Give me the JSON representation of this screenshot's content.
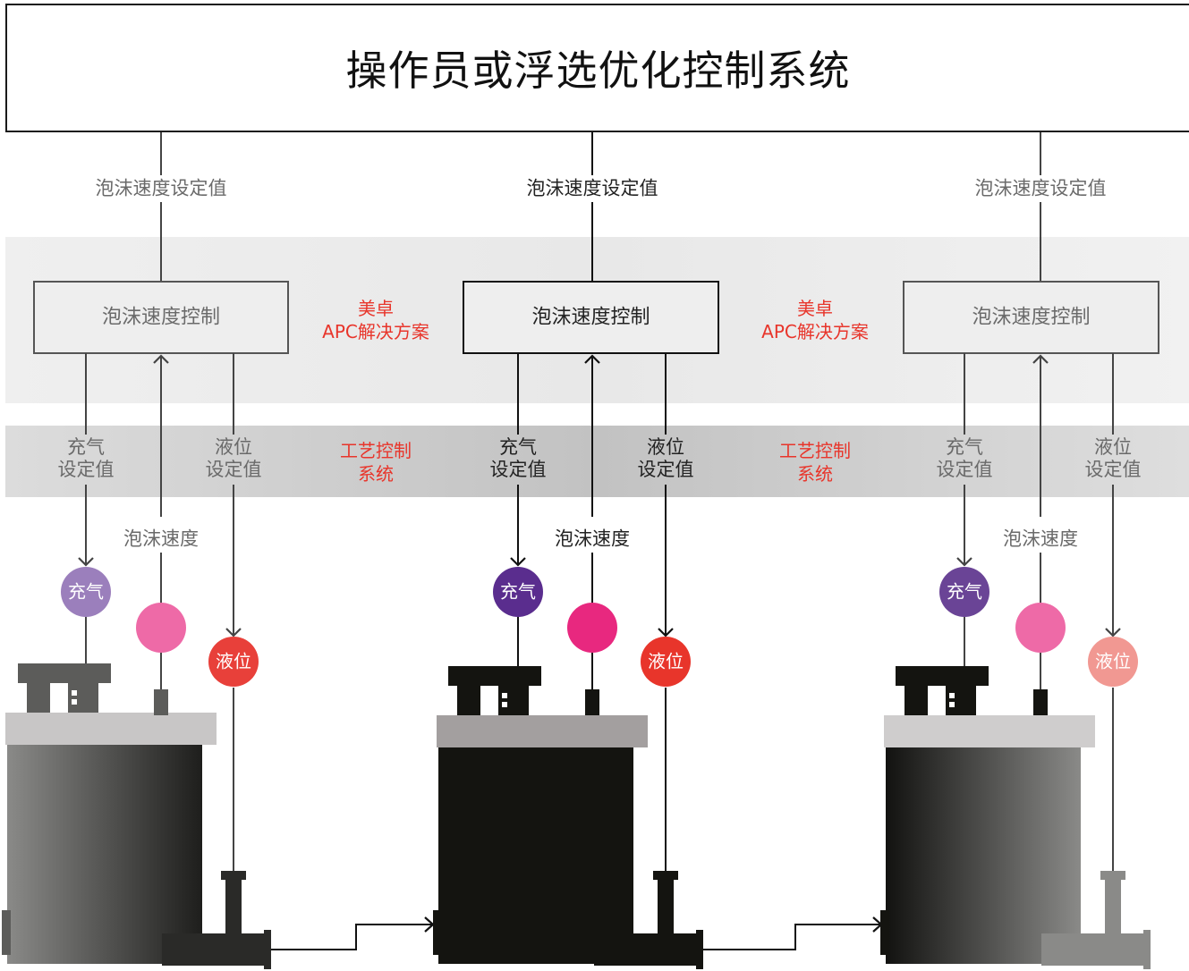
{
  "title": "操作员或浮选优化控制系统",
  "columns": [
    {
      "setpoint_label": "泡沫速度设定值",
      "controller_label": "泡沫速度控制",
      "air_setpoint_label": "充气\n设定值",
      "level_setpoint_label": "液位\n设定值",
      "froth_speed_label": "泡沫速度",
      "air_circle_label": "充气",
      "level_circle_label": "液位"
    },
    {
      "setpoint_label": "泡沫速度设定值",
      "controller_label": "泡沫速度控制",
      "air_setpoint_label": "充气\n设定值",
      "level_setpoint_label": "液位\n设定值",
      "froth_speed_label": "泡沫速度",
      "air_circle_label": "充气",
      "level_circle_label": "液位"
    },
    {
      "setpoint_label": "泡沫速度设定值",
      "controller_label": "泡沫速度控制",
      "air_setpoint_label": "充气\n设定值",
      "level_setpoint_label": "液位\n设定值",
      "froth_speed_label": "泡沫速度",
      "air_circle_label": "充气",
      "level_circle_label": "液位"
    }
  ],
  "band_labels": [
    {
      "apc": "美卓\nAPC解决方案",
      "process": "工艺控制\n系统"
    },
    {
      "apc": "美卓\nAPC解决方案",
      "process": "工艺控制\n系统"
    }
  ],
  "colors": {
    "apc_band": "#eeeeee",
    "process_band": "#c4c4c4",
    "air_circle": [
      "#9b7fbc",
      "#5a2d8e",
      "#6a4496"
    ],
    "froth_circle": [
      "#ee6aa7",
      "#e8287f",
      "#ee6aa7"
    ],
    "level_circle": [
      "#e8403a",
      "#e8352b",
      "#f19892"
    ],
    "red_text": "#e8352b"
  }
}
